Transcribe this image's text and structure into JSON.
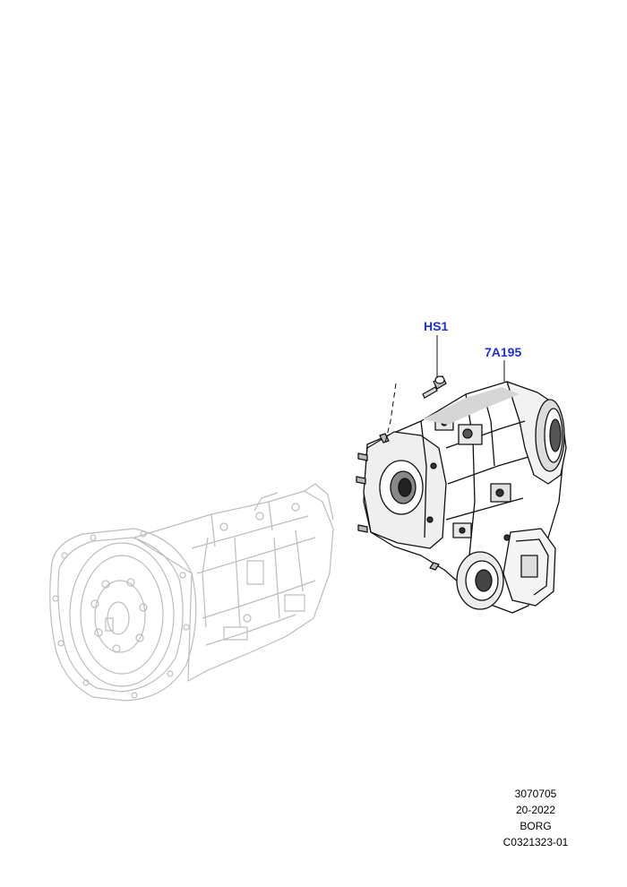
{
  "callouts": {
    "hs1": "HS1",
    "part": "7A195"
  },
  "metadata": [
    "3070705",
    "20-2022",
    "BORG",
    "C0321323-01"
  ],
  "colors": {
    "callout": "#1f2fd6",
    "line": "#111111",
    "faded": "#bdbdbd"
  }
}
